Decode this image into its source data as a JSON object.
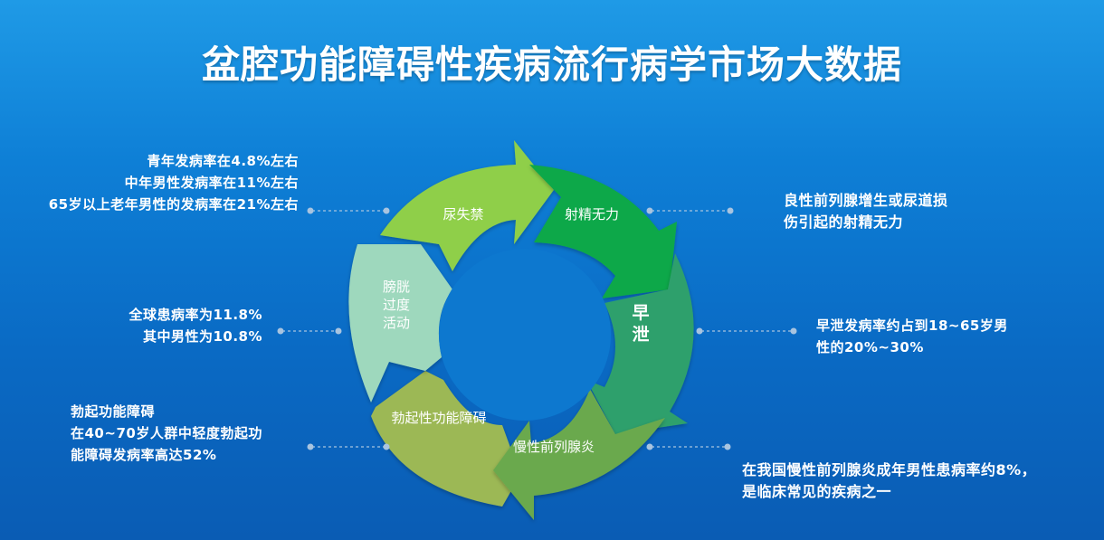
{
  "title": "盆腔功能障碍性疾病流行病学市场大数据",
  "colors": {
    "background": "#0e7fd6",
    "seg_incontinence": "#8fcf4a",
    "seg_ejaculation_weak": "#10a84a",
    "seg_premature": "#2fa06c",
    "seg_prostatitis": "#6aa94e",
    "seg_ed": "#9cb855",
    "seg_bladder": "#9ed8bd",
    "connector": "#a8c4e0"
  },
  "segments": [
    {
      "id": "incontinence",
      "label": "尿失禁"
    },
    {
      "id": "ejaculation_weak",
      "label": "射精无力"
    },
    {
      "id": "premature",
      "label_line1": "早",
      "label_line2": "泄"
    },
    {
      "id": "prostatitis",
      "label": "慢性前列腺炎"
    },
    {
      "id": "ed",
      "label": "勃起性功能障碍"
    },
    {
      "id": "bladder",
      "label_line1": "膀胱",
      "label_line2": "过度",
      "label_line3": "活动"
    }
  ],
  "notes": {
    "incontinence": [
      "青年发病率在4.8%左右",
      "中年男性发病率在11%左右",
      "65岁以上老年男性的发病率在21%左右"
    ],
    "bladder": [
      "全球患病率为11.8%",
      "其中男性为10.8%"
    ],
    "ed": [
      "勃起功能障碍",
      "在40~70岁人群中轻度勃起功",
      "能障碍发病率高达52%"
    ],
    "ejaculation_weak": [
      "良性前列腺增生或尿道损",
      "伤引起的射精无力"
    ],
    "premature": [
      "早泄发病率约占到18~65岁男",
      "性的20%~30%"
    ],
    "prostatitis": [
      "在我国慢性前列腺炎成年男性患病率约8%，",
      "是临床常见的疾病之一"
    ]
  }
}
